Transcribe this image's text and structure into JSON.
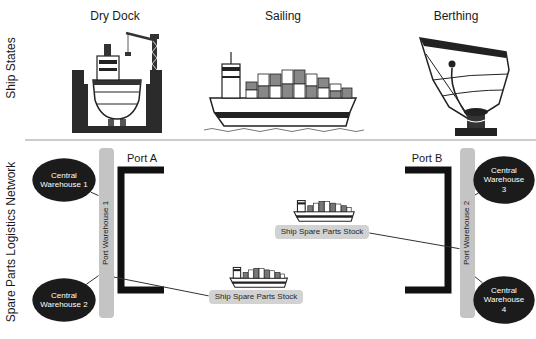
{
  "diagram": {
    "nodes": [
      {
        "text": [
          "Central Warehouse 1"
        ]
      },
      {
        "text": [
          "Port Warehouse 1"
        ]
      },
      {
        "text": [
          "Central Warehouse 2"
        ]
      },
      {
        "text": [
          "Ship Spare Parts Stock"
        ]
      },
      {
        "text": [
          "Ship Spare Parts Stock"
        ]
      },
      {
        "text": [
          "Port Warehouse 2"
        ]
      },
      {
        "text": [
          "Central Warehouse 3"
        ]
      },
      {
        "text": [
          "Central Warehouse 4"
        ]
      }
    ],
    "edges": [
      {
        "from": 0,
        "to": 1,
        "arrow": "none"
      },
      {
        "from": 2,
        "to": 1,
        "arrow": "none"
      },
      {
        "from": 1,
        "to": 4,
        "arrow": "none"
      },
      {
        "from": 3,
        "to": 5,
        "arrow": "none"
      },
      {
        "from": 5,
        "to": 6,
        "arrow": "none"
      },
      {
        "from": 5,
        "to": 7,
        "arrow": "none"
      }
    ],
    "labels": [
      "Ship States",
      "Dry Dock",
      "Sailing",
      "Berthing",
      "Spare Parts Logistics Network",
      "Port A",
      "Port B"
    ]
  }
}
